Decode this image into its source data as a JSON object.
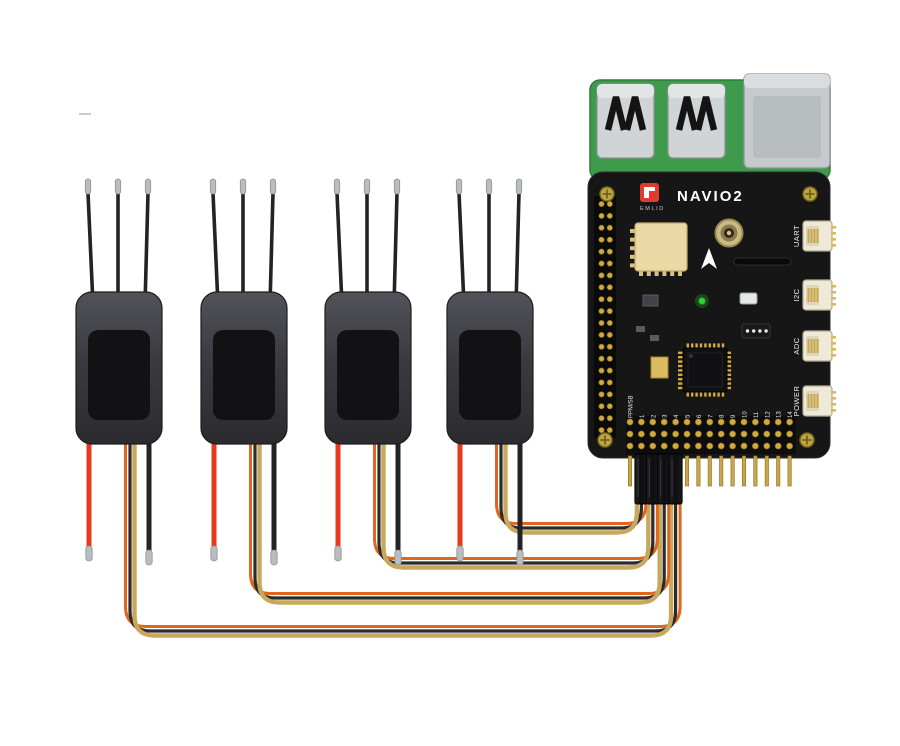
{
  "diagram": {
    "board": {
      "name": "NAVIO2",
      "brand": "EMLID",
      "side_connectors": [
        {
          "label": "UART"
        },
        {
          "label": "I2C"
        },
        {
          "label": "ADC"
        },
        {
          "label": "POWER"
        }
      ],
      "bottom_labels": [
        "PPM/SB",
        "1",
        "2",
        "3",
        "4",
        "5",
        "6",
        "7",
        "8",
        "9",
        "10",
        "11",
        "12",
        "13",
        "14"
      ]
    },
    "escs": [
      {
        "id": "esc-1"
      },
      {
        "id": "esc-2"
      },
      {
        "id": "esc-3"
      },
      {
        "id": "esc-4"
      }
    ],
    "colors": {
      "pcb_green": "#3f9b4c",
      "hat_black": "#161616",
      "pin_gold": "#d2a93c",
      "signal_tan": "#c9a85c",
      "signal_orange": "#e0651d",
      "wire_red": "#e63a1e",
      "wire_black": "#232326",
      "tip_gray": "#b9bdbf",
      "led_green": "#2fd43a",
      "logo_red": "#e23a2e",
      "jst_white": "#efe9d8",
      "usb_gray": "#d0d4d6",
      "ethernet_gray": "#c6cacc"
    }
  }
}
